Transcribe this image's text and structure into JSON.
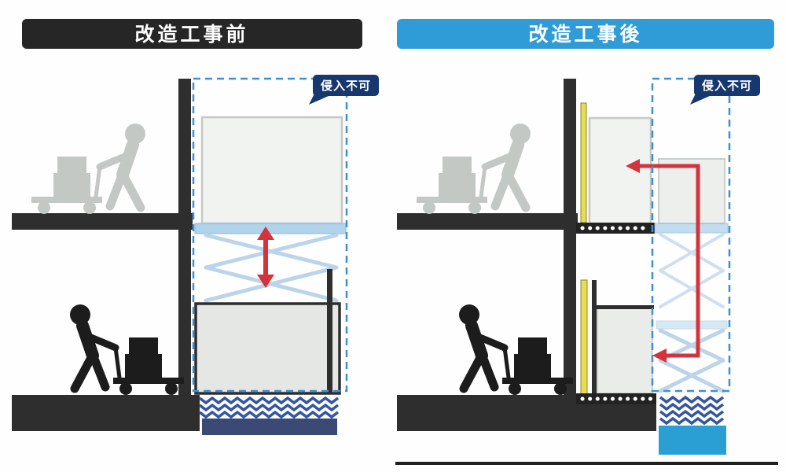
{
  "panels": {
    "before": {
      "title": "改造工事前",
      "header_color": "#262626",
      "callout": "侵入不可"
    },
    "after": {
      "title": "改造工事後",
      "header_color": "#2f9cd8",
      "callout": "侵入不可"
    }
  },
  "colors": {
    "callout_bg": "#16386e",
    "no_entry_zone_dash": "#3f8fd2",
    "travel_arrow": "#d5333b",
    "light_curtain": "#e8dc50",
    "structure": "#2e2e2e",
    "platform_deck": "#aed3eb",
    "bellows": "#34569f",
    "base_plate_before": "#3a4a74",
    "drive_unit_after": "#2a9fd4",
    "worker_upper": "#c4c8c5",
    "worker_lower": "#1c1c1c"
  }
}
